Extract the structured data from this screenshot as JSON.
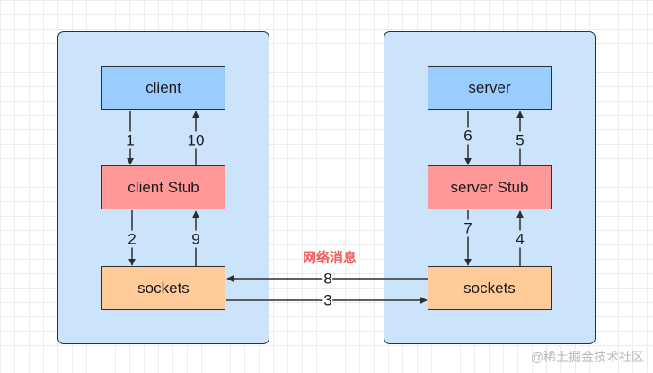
{
  "nodes": {
    "client": "client",
    "client_stub": "client Stub",
    "client_sockets": "sockets",
    "server": "server",
    "server_stub": "server Stub",
    "server_sockets": "sockets"
  },
  "steps": [
    "1",
    "2",
    "3",
    "4",
    "5",
    "6",
    "7",
    "8",
    "9",
    "10"
  ],
  "network_label": "网络消息",
  "watermark": "@稀土掘金技术社区",
  "colors": {
    "container_fill": "#cce4fb",
    "app_fill": "#99ccff",
    "stub_fill": "#ff9999",
    "sockets_fill": "#ffcc99",
    "network_label": "#f25c5c",
    "stroke": "#2e2e2e"
  }
}
